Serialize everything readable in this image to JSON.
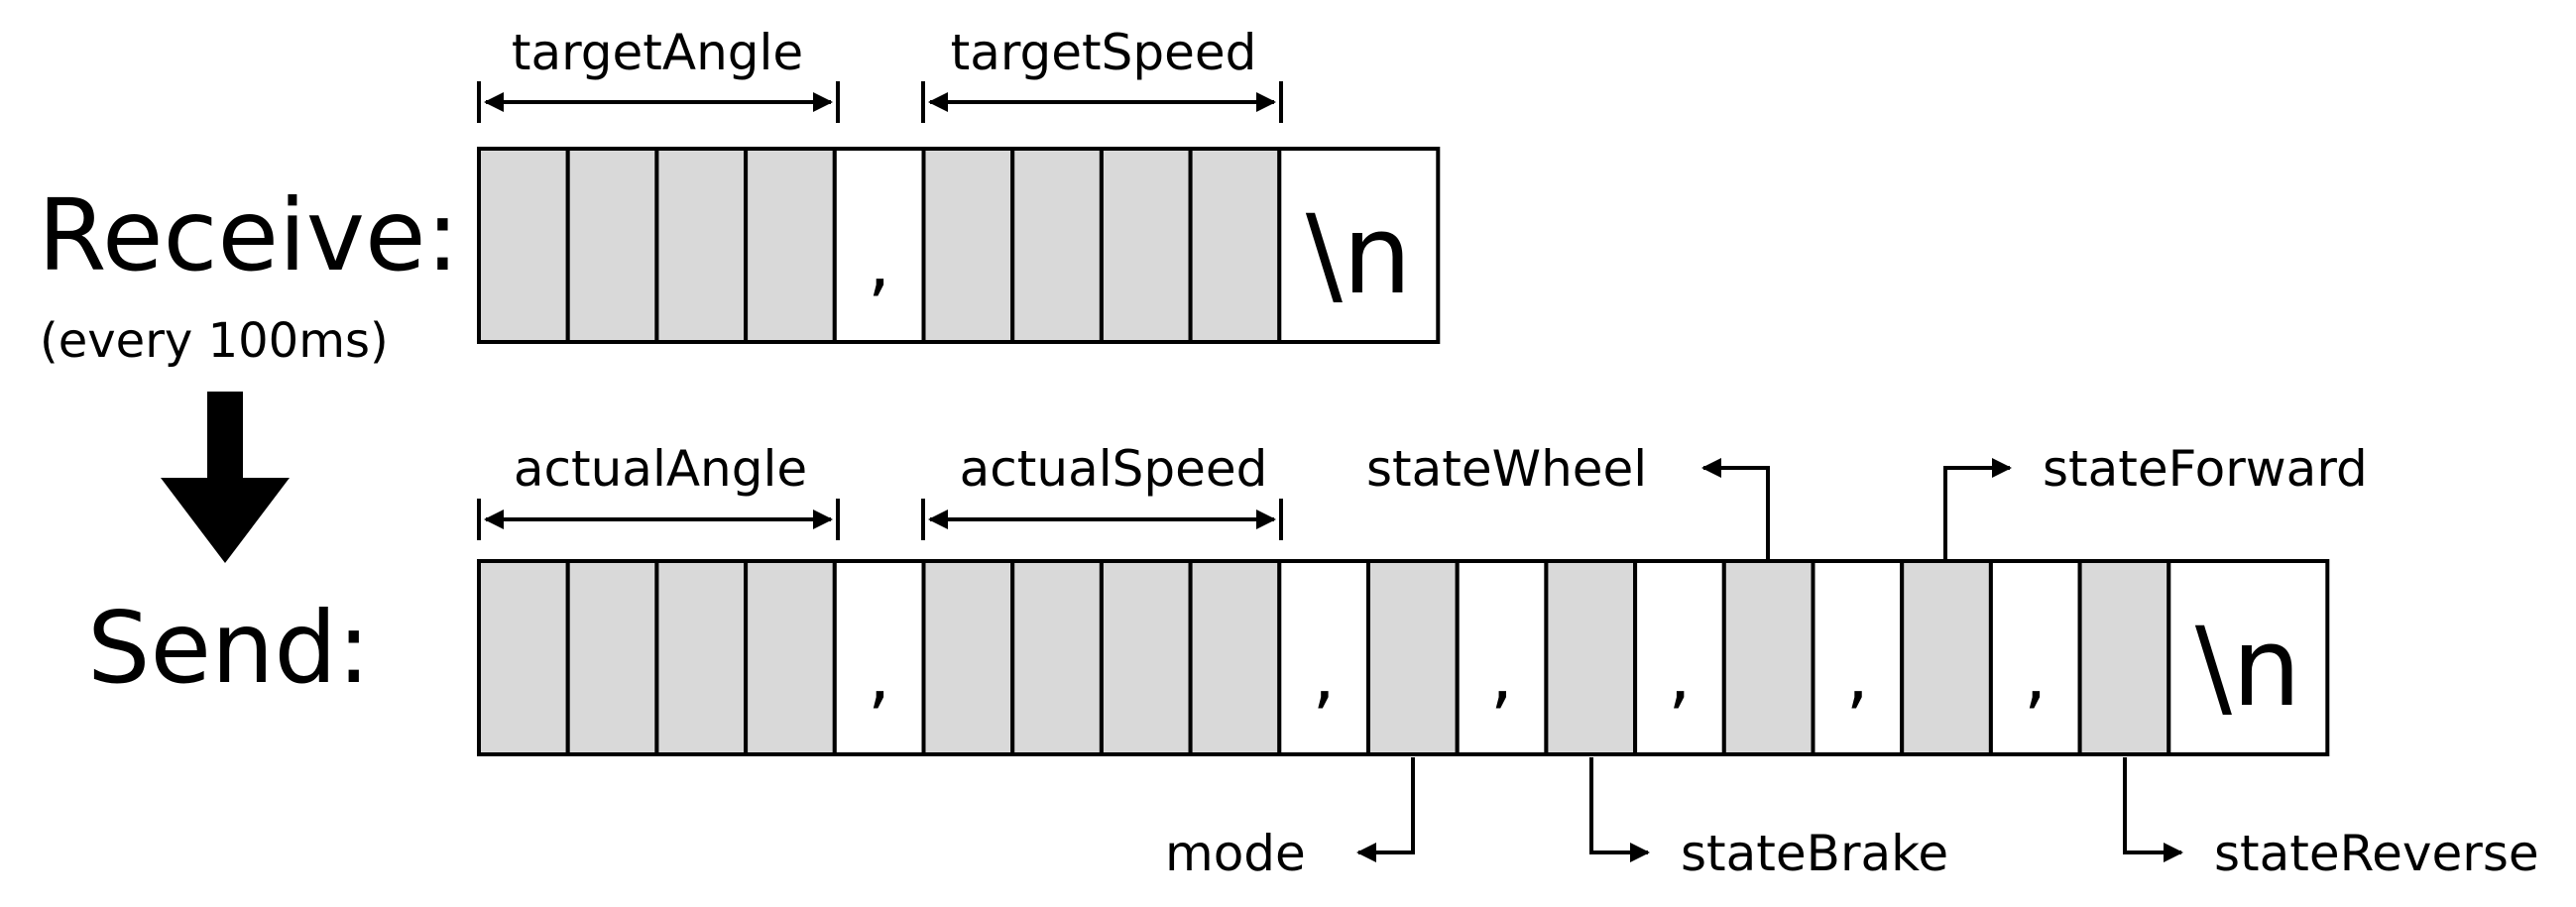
{
  "receive": {
    "title": "Receive:",
    "subtitle": "(every 100ms)",
    "labels": [
      "targetAngle",
      "targetSpeed"
    ],
    "cells": [
      "",
      "",
      "",
      "",
      ",",
      "",
      "",
      "",
      "",
      "\\n"
    ]
  },
  "send": {
    "title": "Send:",
    "labels": [
      "actualAngle",
      "actualSpeed"
    ],
    "cells": [
      "",
      "",
      "",
      "",
      ",",
      "",
      "",
      "",
      "",
      ",",
      "",
      ",",
      "",
      ",",
      "",
      ",",
      "",
      ",",
      "",
      "\\n"
    ],
    "callouts": {
      "mode": "mode",
      "stateBrake": "stateBrake",
      "stateWheel": "stateWheel",
      "stateForward": "stateForward",
      "stateReverse": "stateReverse"
    }
  },
  "colors": {
    "filled_cell": "#d9d9d9",
    "empty_cell": "#ffffff",
    "stroke": "#000000"
  }
}
